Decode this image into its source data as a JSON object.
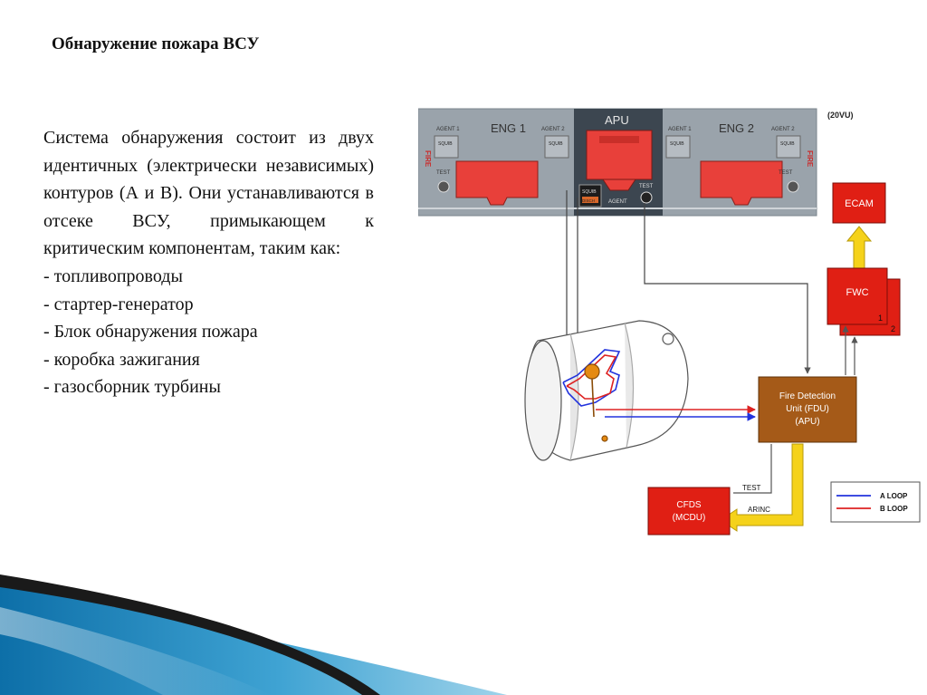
{
  "slide": {
    "title": "Обнаружение пожара ВСУ",
    "intro": "Система обнаружения состоит из двух идентичных (электрически независимых) контуров (А и В). Они устанавливаются в отсеке ВСУ, примыкающем к критическим компонентам, таким как:",
    "items": [
      "- топливопроводы",
      "- стартер-генератор",
      "- Блок обнаружения пожара",
      "- коробка зажигания",
      "- газосборник турбины"
    ]
  },
  "diagram": {
    "panel": {
      "id": "(20VU)",
      "eng1": "ENG 1",
      "apu": "APU",
      "eng2": "ENG 2",
      "agent1": "AGENT 1",
      "agent2": "AGENT 2",
      "agent": "AGENT",
      "squib": "SQUIB",
      "disch": "DISCH",
      "test": "TEST",
      "fire_side": "FIRE"
    },
    "boxes": {
      "ecam": "ECAM",
      "fwc": "FWC",
      "fwc_num1": "1",
      "fwc_num2": "2",
      "fdu_line1": "Fire Detection",
      "fdu_line2": "Unit (FDU)",
      "fdu_line3": "(APU)",
      "cfds_line1": "CFDS",
      "cfds_line2": "(MCDU)"
    },
    "connection_labels": {
      "test": "TEST",
      "arinc": "ARINC"
    },
    "legend": {
      "a_loop": "A LOOP",
      "b_loop": "B LOOP",
      "a_color": "#2233dd",
      "b_color": "#dd2222"
    },
    "colors": {
      "panel": "#9aa3ab",
      "handle": "#e8403a",
      "box_red": "#e01f14",
      "fdu_brown": "#a55a18",
      "arrow_yellow": "#f5d21a"
    }
  }
}
